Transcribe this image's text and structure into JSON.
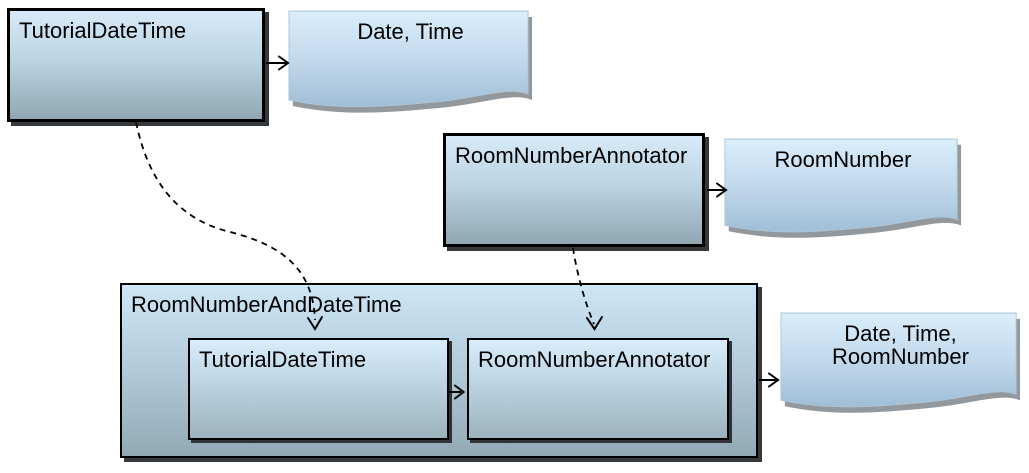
{
  "diagram": {
    "primitive_engines": [
      {
        "id": "tutorial_datetime",
        "label": "TutorialDateTime",
        "output_label": "Date, Time"
      },
      {
        "id": "room_number_annotator",
        "label": "RoomNumberAnnotator",
        "output_label": "RoomNumber"
      }
    ],
    "aggregate_engine": {
      "label": "RoomNumberAndDateTime",
      "delegates": [
        {
          "label": "TutorialDateTime"
        },
        {
          "label": "RoomNumberAnnotator"
        }
      ],
      "output_label_line1": "Date, Time,",
      "output_label_line2": "RoomNumber"
    },
    "colors": {
      "background": "#ffffff",
      "box_fill_top": "#d7eaf9",
      "box_fill_bottom": "#90a7b3",
      "document_fill_top": "#daeefb",
      "document_fill_bottom": "#a0bed7",
      "border": "#000000",
      "shadow": "#36393c",
      "connector": "#000000",
      "text": "#000000"
    }
  }
}
